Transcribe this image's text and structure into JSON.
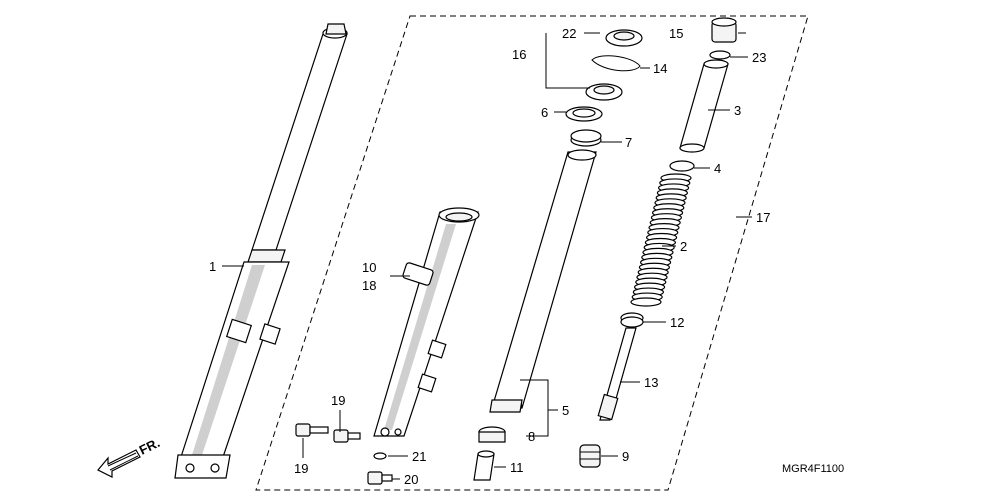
{
  "callouts": {
    "c1": "1",
    "c2": "2",
    "c3": "3",
    "c4": "4",
    "c5": "5",
    "c6": "6",
    "c7": "7",
    "c8": "8",
    "c9": "9",
    "c10": "10",
    "c11": "11",
    "c12": "12",
    "c13": "13",
    "c14": "14",
    "c15": "15",
    "c16": "16",
    "c17": "17",
    "c18": "18",
    "c19a": "19",
    "c19b": "19",
    "c20": "20",
    "c21": "21",
    "c22": "22",
    "c23": "23"
  },
  "front_marker": "FR.",
  "diagram_code": "MGR4F1100"
}
